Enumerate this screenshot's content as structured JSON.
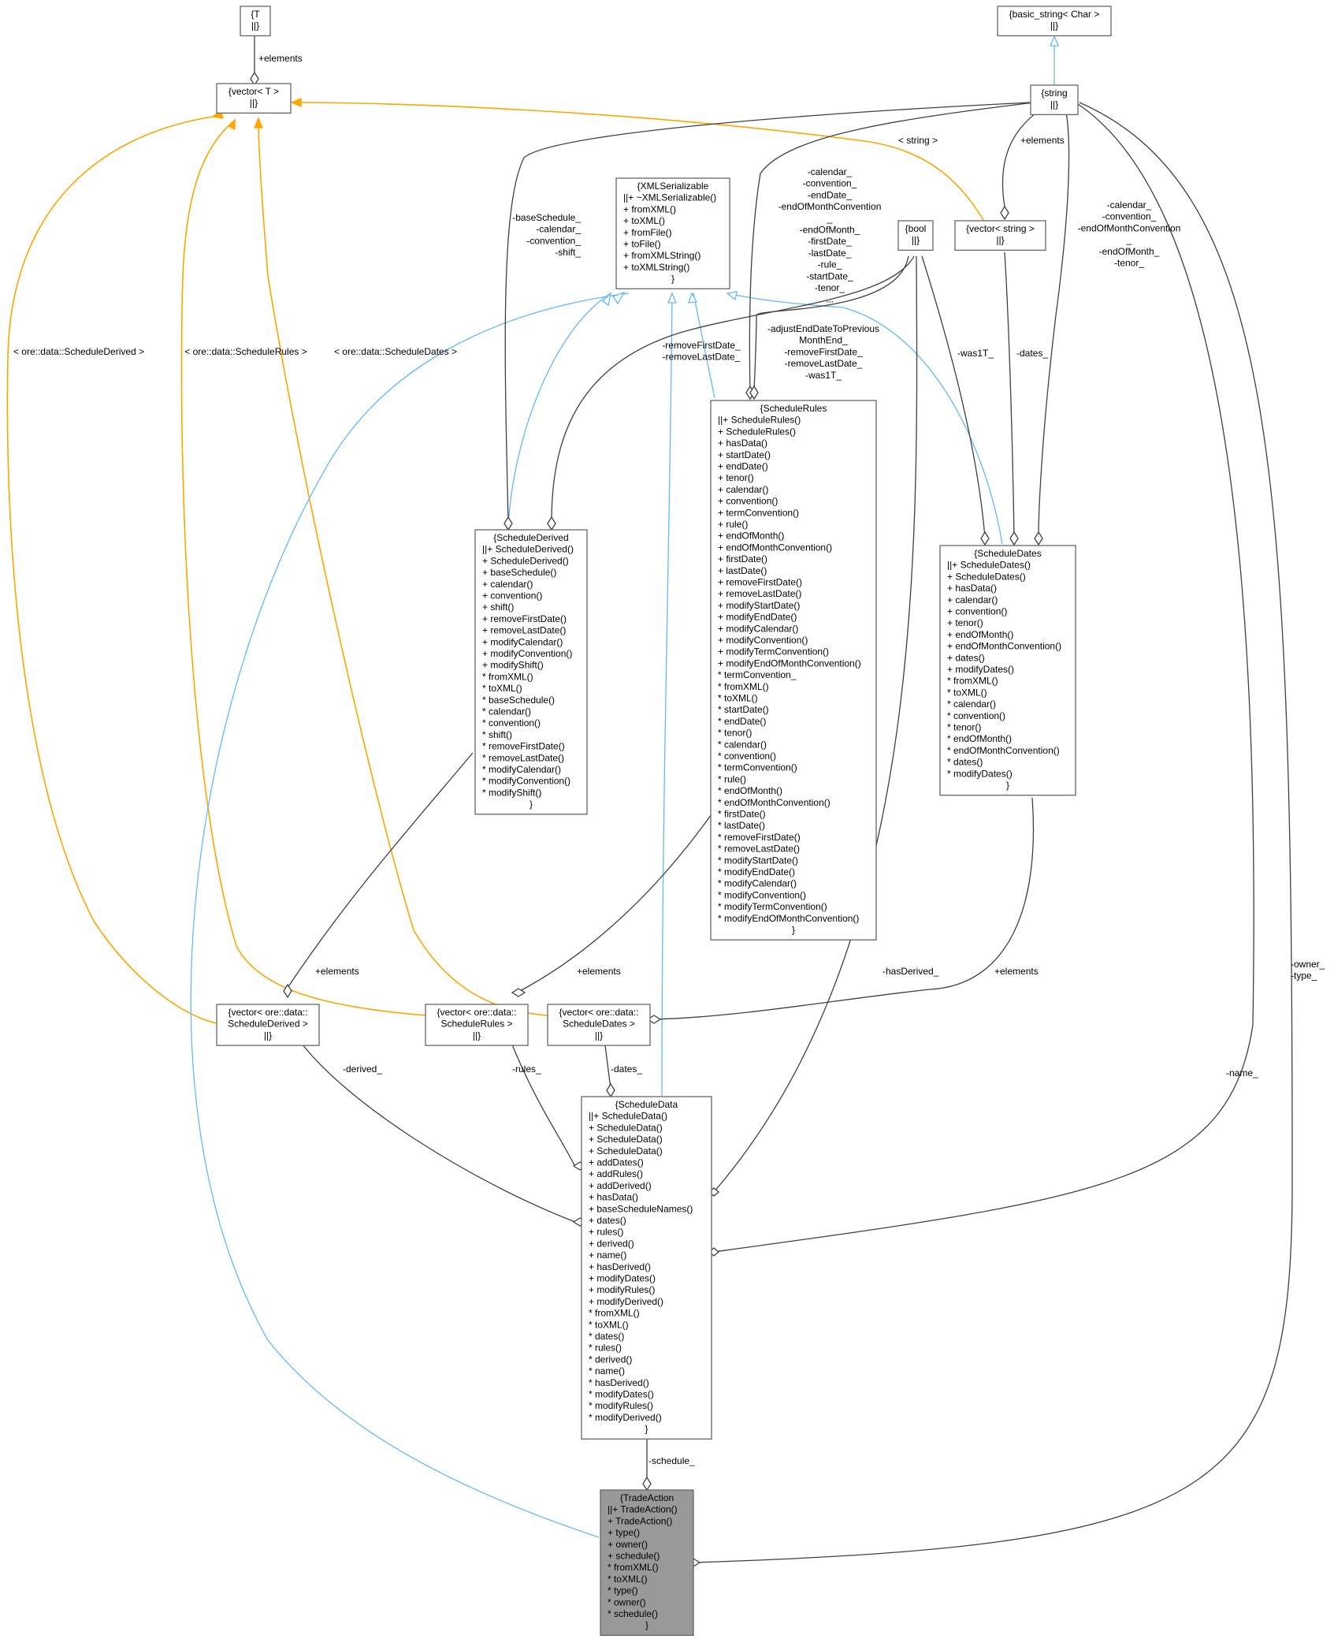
{
  "nodes": {
    "t": {
      "lines": [
        "{T",
        "||}"
      ]
    },
    "vector_t": {
      "lines": [
        "{vector< T >",
        "||}"
      ]
    },
    "basic_string": {
      "lines": [
        "{basic_string< Char >",
        "||}"
      ]
    },
    "string": {
      "lines": [
        "{string",
        "||}"
      ]
    },
    "xml_serializable": {
      "lines": [
        "{XMLSerializable",
        "||+ ~XMLSerializable()",
        "+ fromXML()",
        "+ toXML()",
        "+ fromFile()",
        "+ toFile()",
        "+ fromXMLString()",
        "+ toXMLString()",
        "}"
      ]
    },
    "bool": {
      "lines": [
        "{bool",
        "||}"
      ]
    },
    "vector_string": {
      "lines": [
        "{vector< string >",
        "||}"
      ]
    },
    "schedule_rules": {
      "lines": [
        "{ScheduleRules",
        "||+ ScheduleRules()",
        "+ ScheduleRules()",
        "+ hasData()",
        "+ startDate()",
        "+ endDate()",
        "+ tenor()",
        "+ calendar()",
        "+ convention()",
        "+ termConvention()",
        "+ rule()",
        "+ endOfMonth()",
        "+ endOfMonthConvention()",
        "+ firstDate()",
        "+ lastDate()",
        "+ removeFirstDate()",
        "+ removeLastDate()",
        "+ modifyStartDate()",
        "+ modifyEndDate()",
        "+ modifyCalendar()",
        "+ modifyConvention()",
        "+ modifyTermConvention()",
        "+ modifyEndOfMonthConvention()",
        "* termConvention_",
        "* fromXML()",
        "* toXML()",
        "* startDate()",
        "* endDate()",
        "* tenor()",
        "* calendar()",
        "* convention()",
        "* termConvention()",
        "* rule()",
        "* endOfMonth()",
        "* endOfMonthConvention()",
        "* firstDate()",
        "* lastDate()",
        "* removeFirstDate()",
        "* removeLastDate()",
        "* modifyStartDate()",
        "* modifyEndDate()",
        "* modifyCalendar()",
        "* modifyConvention()",
        "* modifyTermConvention()",
        "* modifyEndOfMonthConvention()",
        "}"
      ]
    },
    "schedule_derived": {
      "lines": [
        "{ScheduleDerived",
        "||+ ScheduleDerived()",
        "+ ScheduleDerived()",
        "+ baseSchedule()",
        "+ calendar()",
        "+ convention()",
        "+ shift()",
        "+ removeFirstDate()",
        "+ removeLastDate()",
        "+ modifyCalendar()",
        "+ modifyConvention()",
        "+ modifyShift()",
        "* fromXML()",
        "* toXML()",
        "* baseSchedule()",
        "* calendar()",
        "* convention()",
        "* shift()",
        "* removeFirstDate()",
        "* removeLastDate()",
        "* modifyCalendar()",
        "* modifyConvention()",
        "* modifyShift()",
        "}"
      ]
    },
    "schedule_dates": {
      "lines": [
        "{ScheduleDates",
        "||+ ScheduleDates()",
        "+ ScheduleDates()",
        "+ hasData()",
        "+ calendar()",
        "+ convention()",
        "+ tenor()",
        "+ endOfMonth()",
        "+ endOfMonthConvention()",
        "+ dates()",
        "+ modifyDates()",
        "* fromXML()",
        "* toXML()",
        "* calendar()",
        "* convention()",
        "* tenor()",
        "* endOfMonth()",
        "* endOfMonthConvention()",
        "* dates()",
        "* modifyDates()",
        "}"
      ]
    },
    "vector_derived": {
      "lines": [
        "{vector< ore::data::",
        "ScheduleDerived >",
        "||}"
      ]
    },
    "vector_rules": {
      "lines": [
        "{vector< ore::data::",
        "ScheduleRules >",
        "||}"
      ]
    },
    "vector_dates": {
      "lines": [
        "{vector< ore::data::",
        "ScheduleDates >",
        "||}"
      ]
    },
    "schedule_data": {
      "lines": [
        "{ScheduleData",
        "||+ ScheduleData()",
        "+ ScheduleData()",
        "+ ScheduleData()",
        "+ ScheduleData()",
        "+ addDates()",
        "+ addRules()",
        "+ addDerived()",
        "+ hasData()",
        "+ baseScheduleNames()",
        "+ dates()",
        "+ rules()",
        "+ derived()",
        "+ name()",
        "+ hasDerived()",
        "+ modifyDates()",
        "+ modifyRules()",
        "+ modifyDerived()",
        "* fromXML()",
        "* toXML()",
        "* dates()",
        "* rules()",
        "* derived()",
        "* name()",
        "* hasDerived()",
        "* modifyDates()",
        "* modifyRules()",
        "* modifyDerived()",
        "}"
      ]
    },
    "trade_action": {
      "lines": [
        "{TradeAction",
        "||+ TradeAction()",
        "+ TradeAction()",
        "+ type()",
        "+ owner()",
        "+ schedule()",
        "* fromXML()",
        "* toXML()",
        "* type()",
        "* owner()",
        "* schedule()",
        "}"
      ]
    }
  },
  "edge_labels": {
    "t_elements": [
      "+elements"
    ],
    "vt_string": [
      "< string >"
    ],
    "vs_elements": [
      "+elements"
    ],
    "derived_members": [
      "-baseSchedule_",
      "-calendar_",
      "-convention_",
      "-shift_"
    ],
    "rules_string_members": [
      "-calendar_",
      "-convention_",
      "-endDate_",
      "-endOfMonthConvention",
      "_",
      "-endOfMonth_",
      "-firstDate_",
      "-lastDate_",
      "-rule_",
      "-startDate_",
      "-tenor_",
      "..."
    ],
    "dates_string_members": [
      "-calendar_",
      "-convention_",
      "-endOfMonthConvention",
      "_",
      "-endOfMonth_",
      "-tenor_"
    ],
    "rules_bool_members": [
      "-adjustEndDateToPrevious",
      "MonthEnd_",
      "-removeFirstDate_",
      "-removeLastDate_",
      "-was1T_"
    ],
    "derived_bool_members": [
      "-removeFirstDate_",
      "-removeLastDate_"
    ],
    "dates_bool": [
      "-was1T_"
    ],
    "dates_vs": [
      "-dates_"
    ],
    "tpl_derived": [
      "< ore::data::ScheduleDerived >"
    ],
    "tpl_rules": [
      "< ore::data::ScheduleRules >"
    ],
    "tpl_dates": [
      "< ore::data::ScheduleDates >"
    ],
    "vd_elements": [
      "+elements"
    ],
    "vr_elements": [
      "+elements"
    ],
    "vdt_elements": [
      "+elements"
    ],
    "has_derived": [
      "-hasDerived_"
    ],
    "name": [
      "-name_"
    ],
    "owner_type": [
      "-owner_",
      "-type_"
    ],
    "derived": [
      "-derived_"
    ],
    "rules": [
      "-rules_"
    ],
    "dates": [
      "-dates_"
    ],
    "schedule": [
      "-schedule_"
    ]
  },
  "colors": {
    "aggregation_edge": "#404040",
    "inheritance_edge": "#63b8ff",
    "template_edge": "#ffa500",
    "focus_node_fill": "#999999",
    "node_border": "#666666"
  }
}
